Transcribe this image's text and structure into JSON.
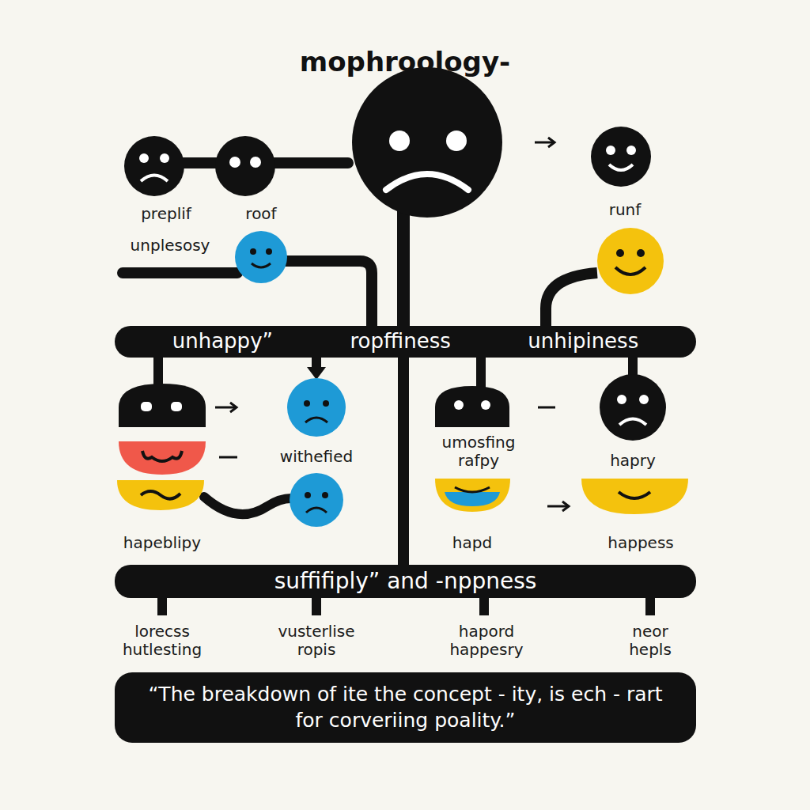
{
  "diagram": {
    "title": "mophroology-",
    "caption": "“The breakdown of ite the concept - ity, is ech - rart for corveriing poality.”",
    "nodes": [
      {
        "text": [
          "unhappy”",
          "ropffiness",
          "unhipiness"
        ]
      },
      {
        "text": [
          "suffifiply” and -nppness"
        ]
      }
    ],
    "edges": [
      {
        "from": 0,
        "to": 1,
        "arrow": "none"
      }
    ],
    "labels": [
      "preplif",
      "roof",
      "unplesosy",
      "runf",
      "withefied",
      "umosfing rafpy",
      "hapry",
      "hapeblipy",
      "hapd",
      "happess",
      "lorecss hutlesting",
      "vusterlise ropis",
      "hapord happesry",
      "neor hepls"
    ]
  }
}
